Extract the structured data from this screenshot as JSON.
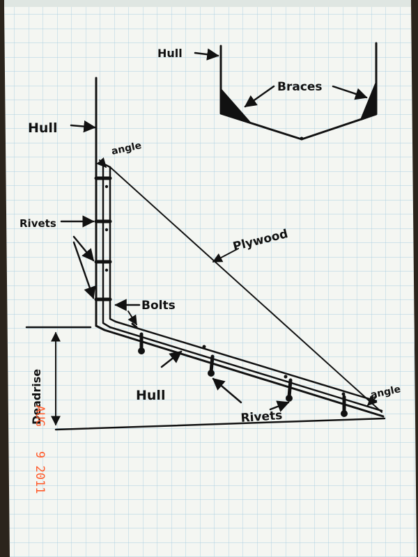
{
  "labels": {
    "hull_top_left": "Hull",
    "braces": "Braces",
    "hull_left": "Hull",
    "angle_top": "angle",
    "rivets_left": "Rivets",
    "plywood": "Plywood",
    "bolts": "Bolts",
    "deadrise": "Deadrise",
    "hull_bottom": "Hull",
    "rivets_bottom": "Rivets",
    "angle_right": "angle"
  },
  "date_stamp": {
    "month": "AUG",
    "day_year": "9 2011"
  },
  "colors": {
    "paper": "#f4f6f2",
    "grid": "#a9cde0",
    "ink": "#111111",
    "stamp": "#ff5a2a"
  }
}
